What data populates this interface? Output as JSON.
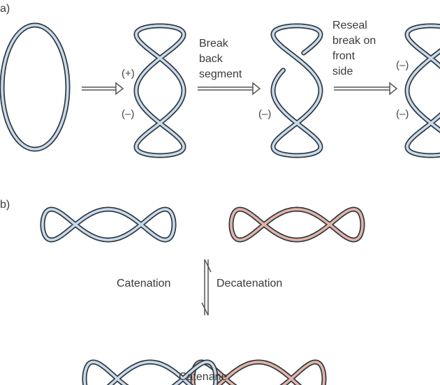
{
  "panel_a": {
    "label": "a)",
    "step1_label": [
      "Break",
      "back",
      "segment"
    ],
    "step2_label": [
      "Reseal",
      "break on",
      "front",
      "side"
    ],
    "signs": {
      "fig2_top": "(+)",
      "fig2_bottom": "(–)",
      "fig3_bottom": "(–)",
      "fig4_top": "(–)",
      "fig4_bottom": "(–)"
    }
  },
  "panel_b": {
    "label": "b)",
    "forward_label": "Catenation",
    "reverse_label": "Decatenation",
    "product_label": "Catenane"
  },
  "colors": {
    "outline": "#2e3842",
    "blue_strand": "#c9dbea",
    "pink_strand": "#e4b4a6",
    "arrow": "#555555"
  }
}
